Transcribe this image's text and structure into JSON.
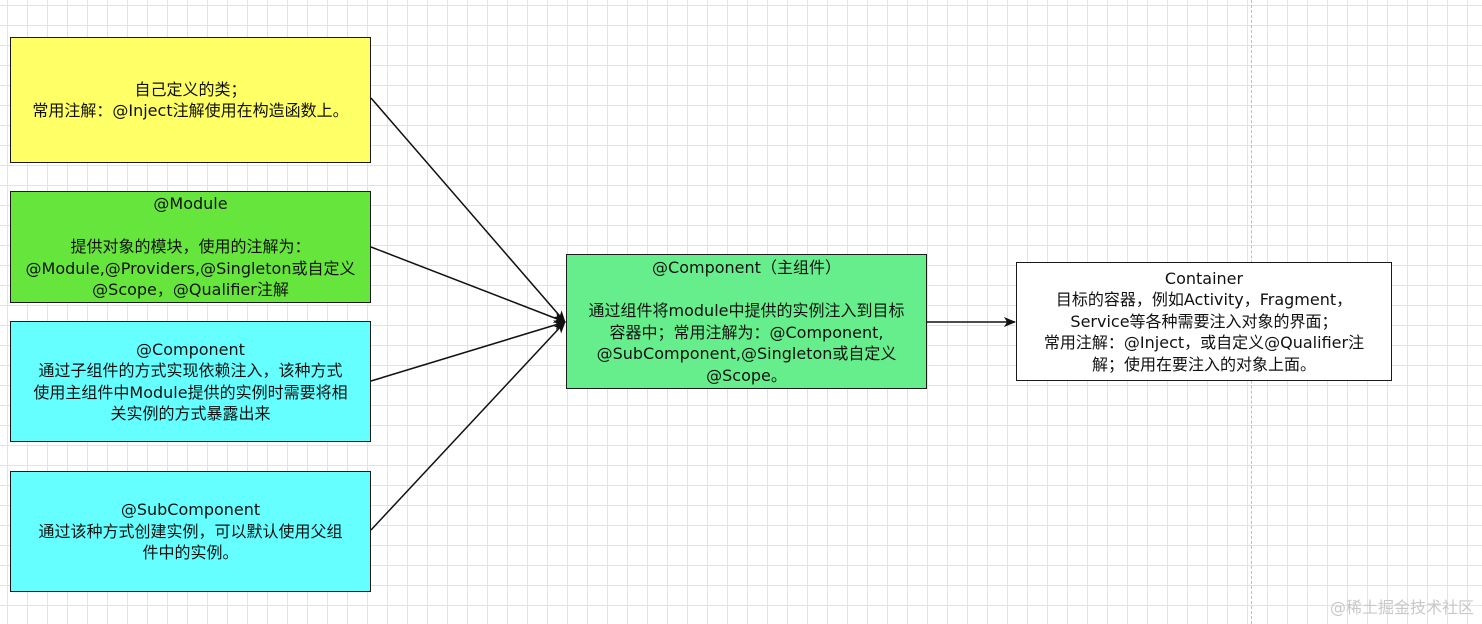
{
  "nodes": {
    "own_class": {
      "lines": [
        "自己定义的类；",
        "常用注解：@Inject注解使用在构造函数上。"
      ],
      "fill": "#ffff66"
    },
    "module": {
      "title": "@Module",
      "lines": [
        "提供对象的模块，使用的注解为：",
        "@Module,@Providers,@Singleton或自定义",
        "@Scope，@Qualifier注解"
      ],
      "fill": "#66e63c"
    },
    "sub_via_component": {
      "title": "@Component",
      "lines": [
        "通过子组件的方式实现依赖注入，该种方式",
        "使用主组件中Module提供的实例时需要将相",
        "关实例的方式暴露出来"
      ],
      "fill": "#66ffff"
    },
    "subcomponent": {
      "title": "@SubComponent",
      "lines": [
        "通过该种方式创建实例，可以默认使用父组",
        "件中的实例。"
      ],
      "fill": "#66ffff"
    },
    "main_component": {
      "title": "@Component（主组件）",
      "lines": [
        "通过组件将module中提供的实例注入到目标",
        "容器中；常用注解为：@Component,",
        "@SubComponent,@Singleton或自定义",
        "@Scope。"
      ],
      "fill": "#66ee8c"
    },
    "container": {
      "title": "Container",
      "lines": [
        "目标的容器，例如Activity，Fragment，",
        "Service等各种需要注入对象的界面；",
        "常用注解：@Inject，或自定义@Qualifier注",
        "解；使用在要注入的对象上面。"
      ],
      "fill": "#ffffff"
    }
  },
  "edges": [
    {
      "from": "own_class",
      "to": "main_component"
    },
    {
      "from": "module",
      "to": "main_component"
    },
    {
      "from": "sub_via_component",
      "to": "main_component"
    },
    {
      "from": "subcomponent",
      "to": "main_component"
    },
    {
      "from": "main_component",
      "to": "container"
    }
  ],
  "watermark": "@稀土掘金技术社区"
}
